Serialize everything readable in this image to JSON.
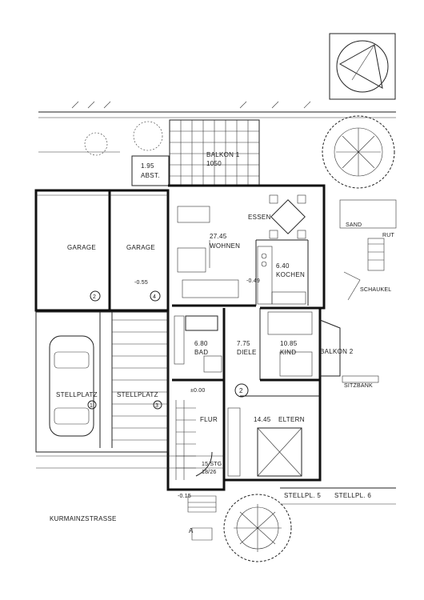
{
  "plan": {
    "street": "KURMAINZSTRASSE",
    "balkon1": {
      "name": "BALKON 1",
      "area": "1050"
    },
    "abst": {
      "name": "ABST.",
      "area": "1.95"
    },
    "garage_left": {
      "name": "GARAGE",
      "number": "2"
    },
    "garage_right": {
      "name": "GARAGE",
      "number": "4"
    },
    "level_garage": "-0.55",
    "wohnen": {
      "name": "WOHNEN",
      "area": "27.45"
    },
    "essen": {
      "name": "ESSEN"
    },
    "kochen": {
      "name": "KOCHEN",
      "area": "6.40"
    },
    "level_kochen": "-0.49",
    "bad": {
      "name": "BAD",
      "area": "6.80"
    },
    "diele": {
      "name": "DIELE",
      "area": "7.75"
    },
    "kind": {
      "name": "KIND",
      "area": "10.85"
    },
    "balkon2": {
      "name": "BALKON 2"
    },
    "eltern": {
      "name": "ELTERN",
      "area": "14.45"
    },
    "flur": {
      "name": "FLUR"
    },
    "stairs": {
      "line1": "15 STG",
      "line2": "18/26"
    },
    "stellplatz_left": {
      "name": "STELLPLATZ",
      "number": "1"
    },
    "stellplatz_mid": {
      "name": "STELLPLATZ",
      "number": "3"
    },
    "stellplatz5": "STELLPL. 5",
    "stellplatz6": "STELLPL. 6",
    "level_entry": "±0.00",
    "marker_2": "2",
    "level_bottom": "-0.15",
    "sand": "SAND",
    "schaukel": "SCHAUKEL",
    "sitzbank": "SITZBANK",
    "rut": "RUT",
    "north_a": "A"
  }
}
